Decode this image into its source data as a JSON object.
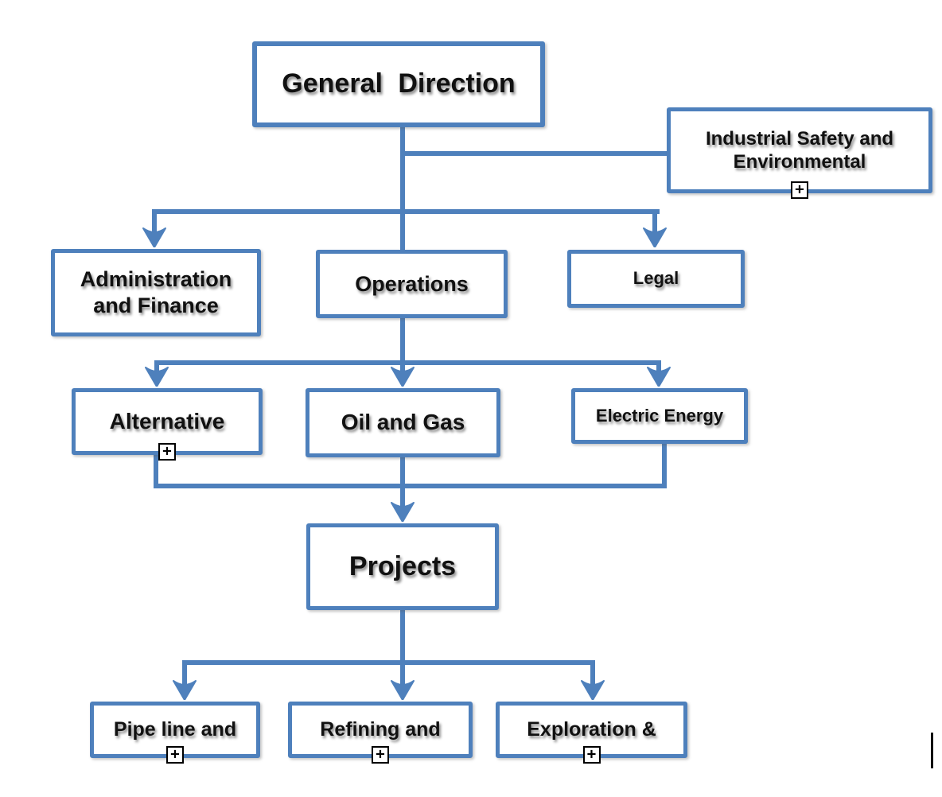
{
  "diagram": {
    "accent_color": "#4e80bc",
    "expander_symbol": "+",
    "nodes": {
      "general_direction": {
        "label": "General Direction"
      },
      "industrial_safety": {
        "label": "Industrial Safety and Environmental"
      },
      "admin_finance": {
        "label": "Administration and Finance"
      },
      "operations": {
        "label": "Operations"
      },
      "legal": {
        "label": "Legal"
      },
      "alternative": {
        "label": "Alternative"
      },
      "oil_gas": {
        "label": "Oil and Gas"
      },
      "electric_energy": {
        "label": "Electric Energy"
      },
      "projects": {
        "label": "Projects"
      },
      "pipeline": {
        "label": "Pipe line and"
      },
      "refining": {
        "label": "Refining and"
      },
      "exploration": {
        "label": "Exploration &"
      }
    }
  }
}
